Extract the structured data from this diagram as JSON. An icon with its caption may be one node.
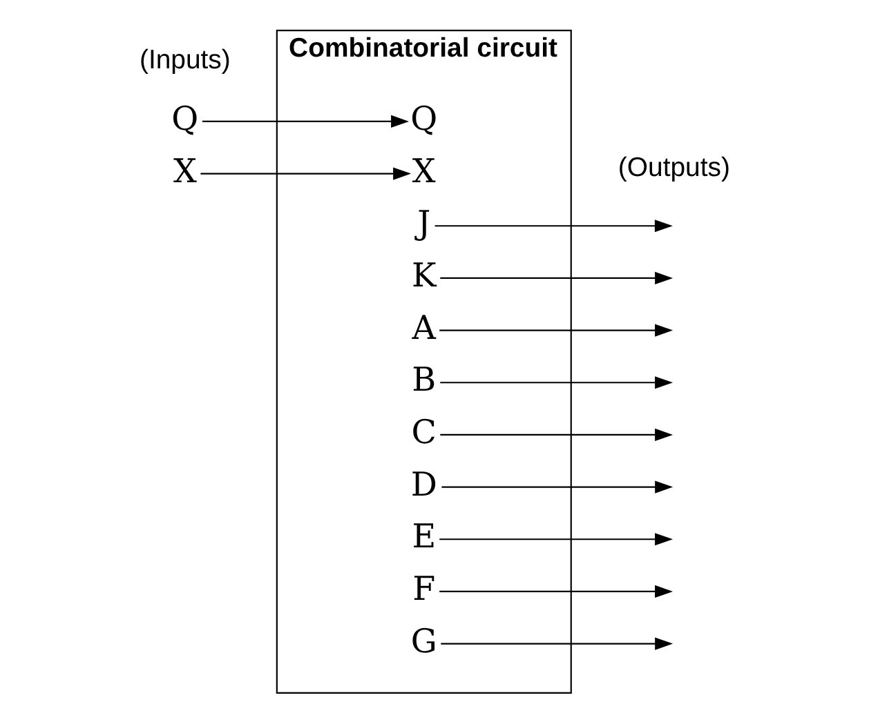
{
  "diagram": {
    "nodes": [
      {
        "text": [
          "Combinatorial circuit"
        ]
      },
      {
        "text": [
          "Q"
        ]
      },
      {
        "text": [
          "Q"
        ],
        "in": 0
      },
      {
        "text": [
          "X"
        ]
      },
      {
        "text": [
          "X"
        ],
        "in": 0
      },
      {
        "text": [
          "J"
        ],
        "in": 0
      },
      {
        "text": [
          "K"
        ],
        "in": 0
      },
      {
        "text": [
          "A"
        ],
        "in": 0
      },
      {
        "text": [
          "B"
        ],
        "in": 0
      },
      {
        "text": [
          "C"
        ],
        "in": 0
      },
      {
        "text": [
          "D"
        ],
        "in": 0
      },
      {
        "text": [
          "E"
        ],
        "in": 0
      },
      {
        "text": [
          "F"
        ],
        "in": 0
      },
      {
        "text": [
          "G"
        ],
        "in": 0
      }
    ],
    "edges": [
      {
        "from": 1,
        "to": 2,
        "arrow": "to"
      },
      {
        "from": 3,
        "to": 4,
        "arrow": "to"
      },
      {
        "from": 5,
        "to": null,
        "arrow": "to"
      },
      {
        "from": 6,
        "to": null,
        "arrow": "to"
      },
      {
        "from": 7,
        "to": null,
        "arrow": "to"
      },
      {
        "from": 8,
        "to": null,
        "arrow": "to"
      },
      {
        "from": 9,
        "to": null,
        "arrow": "to"
      },
      {
        "from": 10,
        "to": null,
        "arrow": "to"
      },
      {
        "from": 11,
        "to": null,
        "arrow": "to"
      },
      {
        "from": 12,
        "to": null,
        "arrow": "to"
      },
      {
        "from": 13,
        "to": null,
        "arrow": "to"
      }
    ],
    "labels": [
      "(Inputs)",
      "(Outputs)"
    ]
  }
}
